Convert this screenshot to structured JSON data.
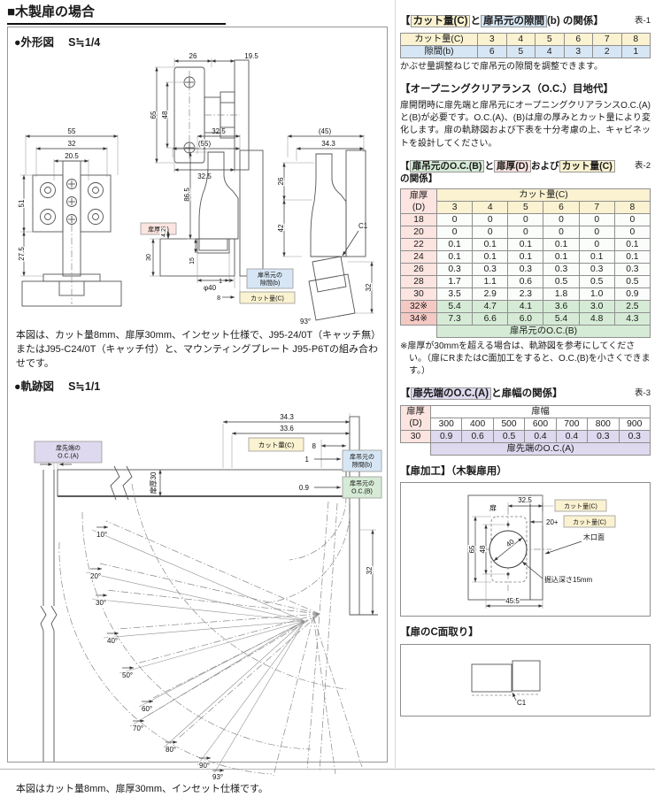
{
  "page": {
    "title": "■木製扉の場合"
  },
  "colors": {
    "cut_hl": "#faf2d0",
    "gap_hl": "#d7e6f4",
    "ocb_hl": "#d6ebd6",
    "oca_hl": "#ded9ee",
    "thick_hl": "#fce4e0"
  },
  "outline": {
    "label": "●外形図",
    "scale": "S≒1/4",
    "front": {
      "w26": "26",
      "w195": "19.5",
      "h65": "65",
      "h48": "48",
      "w325": "32.5"
    },
    "plate": {
      "w55": "55",
      "w32": "32",
      "w205": "20.5",
      "h51": "51",
      "h275": "27.5"
    },
    "closed": {
      "w325": "32.5",
      "w55": "(55)",
      "h865": "86.5",
      "thick_label": "扉厚(D)",
      "t30": "30",
      "g42": "4.2",
      "d15": "15",
      "dia": "φ40",
      "gap1": "1",
      "cut8": "8"
    },
    "open": {
      "w45": "(45)",
      "w343": "34.3",
      "h26": "26",
      "h42": "42",
      "c1": "C1",
      "h32": "32",
      "deg93": "93°"
    },
    "gap_label_1": "扉吊元の",
    "gap_label_2": "隙間(b)",
    "cut_label": "カット量(C)"
  },
  "note1": "本図は、カット量8mm、扉厚30mm、インセット仕様で、J95-24/0T（キャッチ無）またはJ95-C24/0T（キャッチ付）と、マウンティングプレート J95-P6Tの組み合わせです。",
  "trajectory": {
    "label": "●軌跡図",
    "scale": "S≒1/1",
    "w343": "34.3",
    "w336": "33.6",
    "cut_label": "カット量(C)",
    "cut8": "8",
    "gap1": "1",
    "gap_label_1": "扉吊元の",
    "gap_label_2": "隙間(b)",
    "oc09": "0.9",
    "ocb_label_1": "扉吊元の",
    "ocb_label_2": "O.C.(B)",
    "oca_label_1": "扉先端の",
    "oca_label_2": "O.C.(A)",
    "door_thick": "扉厚30",
    "h32": "32",
    "angles": [
      "10°",
      "20°",
      "30°",
      "40°",
      "50°",
      "60°",
      "70°",
      "80°",
      "90°",
      "93°"
    ]
  },
  "note2": "本図はカット量8mm、扉厚30mm、インセット仕様です。",
  "sec1": {
    "pre": "【",
    "hl_cut": "カット量(C)",
    "mid": "と",
    "hl_gap": "扉吊元の隙間",
    "post": "(b) の関係】",
    "table_no": "表-1",
    "row1_label": "カット量(C)",
    "row1": [
      "3",
      "4",
      "5",
      "6",
      "7",
      "8"
    ],
    "row2_label": "隙間(b)",
    "row2": [
      "6",
      "5",
      "4",
      "3",
      "2",
      "1"
    ],
    "note": "かぶせ量調整ねじで扉吊元の隙間を調整できます。"
  },
  "sec2": {
    "heading": "【オープニングクリアランス（O.C.）目地代】",
    "body": "扉開閉時に扉先端と扉吊元にオープニングクリアランスO.C.(A)と(B)が必要です。O.C.(A)、(B)は扉の厚みとカット量により変化します。扉の軌跡図および下表を十分考慮の上、キャビネットを設計してください。"
  },
  "sec3": {
    "pre": "【",
    "hl_ocb": "扉吊元のO.C.(B)",
    "mid1": "と",
    "hl_thick": "扉厚(D)",
    "mid2": "および",
    "hl_cut": "カット量(C)",
    "post": "の関係】",
    "table_no": "表-2",
    "head_thick_1": "扉厚",
    "head_thick_2": "(D)",
    "head_cut": "カット量(C)",
    "cut_cols": [
      "3",
      "4",
      "5",
      "6",
      "7",
      "8"
    ],
    "rows": [
      {
        "d": "18",
        "v": [
          "0",
          "0",
          "0",
          "0",
          "0",
          "0"
        ]
      },
      {
        "d": "20",
        "v": [
          "0",
          "0",
          "0",
          "0",
          "0",
          "0"
        ]
      },
      {
        "d": "22",
        "v": [
          "0.1",
          "0.1",
          "0.1",
          "0.1",
          "0",
          "0.1"
        ]
      },
      {
        "d": "24",
        "v": [
          "0.1",
          "0.1",
          "0.1",
          "0.1",
          "0.1",
          "0.1"
        ]
      },
      {
        "d": "26",
        "v": [
          "0.3",
          "0.3",
          "0.3",
          "0.3",
          "0.3",
          "0.3"
        ]
      },
      {
        "d": "28",
        "v": [
          "1.7",
          "1.1",
          "0.6",
          "0.5",
          "0.5",
          "0.5"
        ]
      },
      {
        "d": "30",
        "v": [
          "3.5",
          "2.9",
          "2.3",
          "1.8",
          "1.0",
          "0.9"
        ]
      },
      {
        "d": "32※",
        "v": [
          "5.4",
          "4.7",
          "4.1",
          "3.6",
          "3.0",
          "2.5"
        ]
      },
      {
        "d": "34※",
        "v": [
          "7.3",
          "6.6",
          "6.0",
          "5.4",
          "4.8",
          "4.3"
        ]
      }
    ],
    "footer": "扉吊元のO.C.(B)",
    "note": "※扉厚が30mmを超える場合は、軌跡図を参考にしてください。（扉にRまたはC面加工をすると、O.C.(B)を小さくできます。）"
  },
  "sec4": {
    "pre": "【",
    "hl_oca": "扉先端のO.C.(A)",
    "post": "と扉幅の関係】",
    "table_no": "表-3",
    "head_thick_1": "扉厚",
    "head_thick_2": "(D)",
    "head_width": "扉幅",
    "width_cols": [
      "300",
      "400",
      "500",
      "600",
      "700",
      "800",
      "900"
    ],
    "row_d": "30",
    "row_v": [
      "0.9",
      "0.6",
      "0.5",
      "0.4",
      "0.4",
      "0.3",
      "0.3"
    ],
    "footer": "扉先端のO.C.(A)"
  },
  "sec5": {
    "heading": "【扉加工】（木製扉用）",
    "door": "扉",
    "w325": "32.5",
    "cut_label": "カット量(C)",
    "plus20": "20+",
    "edge": "木口面",
    "h65": "65",
    "h48": "48",
    "dia40": "40",
    "depth": "掘込深さ15mm",
    "w455": "45.5"
  },
  "sec6": {
    "heading": "【扉のC面取り】",
    "c1": "C1"
  }
}
